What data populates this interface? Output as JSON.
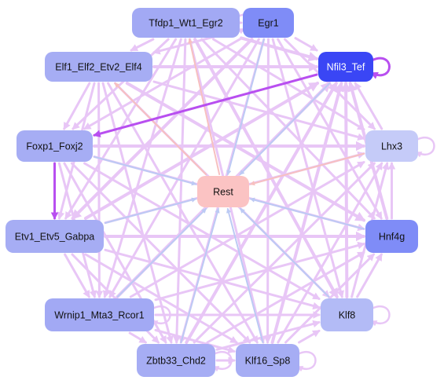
{
  "colors": {
    "edge_pink": "#e8c6f6",
    "edge_blue": "#bccaf4",
    "edge_salmon": "#f7c0c0",
    "edge_purple": "#b84ff0",
    "node_rest": "#fbc3c3",
    "node_dark": "#3a46f5",
    "node_mid": "#7f8cf7",
    "node_light": "#a6adf4",
    "node_pale": "#c5cbf8"
  },
  "nodes": [
    {
      "id": "tfdp1",
      "label": "Tfdp1_Wt1_Egr2",
      "color": "#a2a9f4",
      "text": "#111111",
      "self_loop": true
    },
    {
      "id": "egr1",
      "label": "Egr1",
      "color": "#7f8cf7",
      "text": "#111111",
      "self_loop": false
    },
    {
      "id": "elf1",
      "label": "Elf1_Elf2_Etv2_Elf4",
      "color": "#a6adf4",
      "text": "#111111",
      "self_loop": false
    },
    {
      "id": "nfil3",
      "label": "Nfil3_Tef",
      "color": "#3a46f5",
      "text": "#ffffff",
      "self_loop": true
    },
    {
      "id": "foxp1",
      "label": "Foxp1_Foxj2",
      "color": "#a6adf4",
      "text": "#111111",
      "self_loop": false
    },
    {
      "id": "lhx3",
      "label": "Lhx3",
      "color": "#c5cbf8",
      "text": "#111111",
      "self_loop": true
    },
    {
      "id": "rest",
      "label": "Rest",
      "color": "#fbc3c3",
      "text": "#111111",
      "self_loop": false
    },
    {
      "id": "etv1",
      "label": "Etv1_Etv5_Gabpa",
      "color": "#a6adf4",
      "text": "#111111",
      "self_loop": false
    },
    {
      "id": "hnf4g",
      "label": "Hnf4g",
      "color": "#7f8cf7",
      "text": "#111111",
      "self_loop": false
    },
    {
      "id": "wrnip1",
      "label": "Wrnip1_Mta3_Rcor1",
      "color": "#a2a9f4",
      "text": "#111111",
      "self_loop": true
    },
    {
      "id": "klf8",
      "label": "Klf8",
      "color": "#b3bbf6",
      "text": "#111111",
      "self_loop": true
    },
    {
      "id": "zbtb33",
      "label": "Zbtb33_Chd2",
      "color": "#a6adf4",
      "text": "#111111",
      "self_loop": true
    },
    {
      "id": "klf16",
      "label": "Klf16_Sp8",
      "color": "#a6adf4",
      "text": "#111111",
      "self_loop": true
    }
  ],
  "edges": [
    {
      "from": "foxp1",
      "to": "etv1",
      "kind": "purple",
      "weight": 3
    },
    {
      "from": "nfil3",
      "to": "foxp1",
      "kind": "purple",
      "weight": 3
    },
    {
      "from": "lhx3",
      "to": "rest",
      "kind": "salmon",
      "weight": 2
    },
    {
      "from": "rest",
      "to": "tfdp1",
      "kind": "salmon",
      "weight": 2
    },
    {
      "from": "rest",
      "to": "elf1",
      "kind": "salmon",
      "weight": 2
    },
    {
      "from": "egr1",
      "to": "rest",
      "kind": "blue",
      "weight": 2
    },
    {
      "from": "nfil3",
      "to": "rest",
      "kind": "blue",
      "weight": 2
    },
    {
      "from": "foxp1",
      "to": "rest",
      "kind": "blue",
      "weight": 2
    },
    {
      "from": "etv1",
      "to": "rest",
      "kind": "blue",
      "weight": 2
    },
    {
      "from": "hnf4g",
      "to": "rest",
      "kind": "blue",
      "weight": 2
    },
    {
      "from": "wrnip1",
      "to": "rest",
      "kind": "blue",
      "weight": 2
    },
    {
      "from": "zbtb33",
      "to": "rest",
      "kind": "blue",
      "weight": 2
    },
    {
      "from": "klf16",
      "to": "rest",
      "kind": "blue",
      "weight": 2
    },
    {
      "from": "klf8",
      "to": "rest",
      "kind": "blue",
      "weight": 2
    },
    {
      "from": "tfdp1",
      "to": "nfil3",
      "kind": "pink",
      "weight": 4
    },
    {
      "from": "tfdp1",
      "to": "lhx3",
      "kind": "pink",
      "weight": 3
    },
    {
      "from": "tfdp1",
      "to": "hnf4g",
      "kind": "pink",
      "weight": 3
    },
    {
      "from": "tfdp1",
      "to": "klf8",
      "kind": "pink",
      "weight": 4
    },
    {
      "from": "tfdp1",
      "to": "klf16",
      "kind": "pink",
      "weight": 3
    },
    {
      "from": "tfdp1",
      "to": "zbtb33",
      "kind": "pink",
      "weight": 3
    },
    {
      "from": "tfdp1",
      "to": "wrnip1",
      "kind": "pink",
      "weight": 3
    },
    {
      "from": "tfdp1",
      "to": "etv1",
      "kind": "pink",
      "weight": 3
    },
    {
      "from": "tfdp1",
      "to": "foxp1",
      "kind": "pink",
      "weight": 3
    },
    {
      "from": "egr1",
      "to": "elf1",
      "kind": "pink",
      "weight": 3
    },
    {
      "from": "egr1",
      "to": "foxp1",
      "kind": "pink",
      "weight": 3
    },
    {
      "from": "egr1",
      "to": "etv1",
      "kind": "pink",
      "weight": 4
    },
    {
      "from": "egr1",
      "to": "wrnip1",
      "kind": "pink",
      "weight": 3
    },
    {
      "from": "egr1",
      "to": "zbtb33",
      "kind": "pink",
      "weight": 3
    },
    {
      "from": "egr1",
      "to": "klf16",
      "kind": "pink",
      "weight": 3
    },
    {
      "from": "egr1",
      "to": "klf8",
      "kind": "pink",
      "weight": 3
    },
    {
      "from": "egr1",
      "to": "hnf4g",
      "kind": "pink",
      "weight": 3
    },
    {
      "from": "egr1",
      "to": "lhx3",
      "kind": "pink",
      "weight": 3
    },
    {
      "from": "elf1",
      "to": "nfil3",
      "kind": "pink",
      "weight": 4
    },
    {
      "from": "elf1",
      "to": "lhx3",
      "kind": "pink",
      "weight": 3
    },
    {
      "from": "elf1",
      "to": "hnf4g",
      "kind": "pink",
      "weight": 4
    },
    {
      "from": "elf1",
      "to": "klf8",
      "kind": "pink",
      "weight": 3
    },
    {
      "from": "elf1",
      "to": "klf16",
      "kind": "pink",
      "weight": 3
    },
    {
      "from": "elf1",
      "to": "zbtb33",
      "kind": "pink",
      "weight": 3
    },
    {
      "from": "elf1",
      "to": "wrnip1",
      "kind": "pink",
      "weight": 3
    },
    {
      "from": "elf1",
      "to": "etv1",
      "kind": "pink",
      "weight": 3
    },
    {
      "from": "elf1",
      "to": "foxp1",
      "kind": "pink",
      "weight": 3
    },
    {
      "from": "foxp1",
      "to": "lhx3",
      "kind": "pink",
      "weight": 4
    },
    {
      "from": "foxp1",
      "to": "hnf4g",
      "kind": "pink",
      "weight": 3
    },
    {
      "from": "foxp1",
      "to": "klf8",
      "kind": "pink",
      "weight": 3
    },
    {
      "from": "foxp1",
      "to": "klf16",
      "kind": "pink",
      "weight": 3
    },
    {
      "from": "foxp1",
      "to": "zbtb33",
      "kind": "pink",
      "weight": 3
    },
    {
      "from": "foxp1",
      "to": "wrnip1",
      "kind": "pink",
      "weight": 3
    },
    {
      "from": "etv1",
      "to": "nfil3",
      "kind": "pink",
      "weight": 4
    },
    {
      "from": "etv1",
      "to": "lhx3",
      "kind": "pink",
      "weight": 3
    },
    {
      "from": "etv1",
      "to": "hnf4g",
      "kind": "pink",
      "weight": 4
    },
    {
      "from": "etv1",
      "to": "klf8",
      "kind": "pink",
      "weight": 3
    },
    {
      "from": "etv1",
      "to": "klf16",
      "kind": "pink",
      "weight": 3
    },
    {
      "from": "etv1",
      "to": "zbtb33",
      "kind": "pink",
      "weight": 3
    },
    {
      "from": "etv1",
      "to": "wrnip1",
      "kind": "pink",
      "weight": 3
    },
    {
      "from": "wrnip1",
      "to": "nfil3",
      "kind": "pink",
      "weight": 4
    },
    {
      "from": "wrnip1",
      "to": "lhx3",
      "kind": "pink",
      "weight": 3
    },
    {
      "from": "wrnip1",
      "to": "hnf4g",
      "kind": "pink",
      "weight": 3
    },
    {
      "from": "wrnip1",
      "to": "klf8",
      "kind": "pink",
      "weight": 3
    },
    {
      "from": "wrnip1",
      "to": "klf16",
      "kind": "pink",
      "weight": 3
    },
    {
      "from": "wrnip1",
      "to": "zbtb33",
      "kind": "pink",
      "weight": 3
    },
    {
      "from": "zbtb33",
      "to": "nfil3",
      "kind": "pink",
      "weight": 4
    },
    {
      "from": "zbtb33",
      "to": "lhx3",
      "kind": "pink",
      "weight": 3
    },
    {
      "from": "zbtb33",
      "to": "hnf4g",
      "kind": "pink",
      "weight": 3
    },
    {
      "from": "zbtb33",
      "to": "klf8",
      "kind": "pink",
      "weight": 3
    },
    {
      "from": "zbtb33",
      "to": "klf16",
      "kind": "pink",
      "weight": 3
    },
    {
      "from": "klf16",
      "to": "nfil3",
      "kind": "pink",
      "weight": 4
    },
    {
      "from": "klf16",
      "to": "lhx3",
      "kind": "pink",
      "weight": 3
    },
    {
      "from": "klf16",
      "to": "hnf4g",
      "kind": "pink",
      "weight": 3
    },
    {
      "from": "klf16",
      "to": "klf8",
      "kind": "pink",
      "weight": 3
    },
    {
      "from": "klf8",
      "to": "nfil3",
      "kind": "pink",
      "weight": 4
    },
    {
      "from": "klf8",
      "to": "lhx3",
      "kind": "pink",
      "weight": 3
    },
    {
      "from": "klf8",
      "to": "hnf4g",
      "kind": "pink",
      "weight": 3
    },
    {
      "from": "hnf4g",
      "to": "nfil3",
      "kind": "pink",
      "weight": 4
    },
    {
      "from": "hnf4g",
      "to": "lhx3",
      "kind": "pink",
      "weight": 3
    },
    {
      "from": "lhx3",
      "to": "nfil3",
      "kind": "pink",
      "weight": 3
    },
    {
      "from": "egr1",
      "to": "nfil3",
      "kind": "pink",
      "weight": 3
    },
    {
      "from": "tfdp1",
      "to": "egr1",
      "kind": "pink",
      "weight": 3
    },
    {
      "from": "tfdp1",
      "to": "elf1",
      "kind": "pink",
      "weight": 3
    }
  ]
}
